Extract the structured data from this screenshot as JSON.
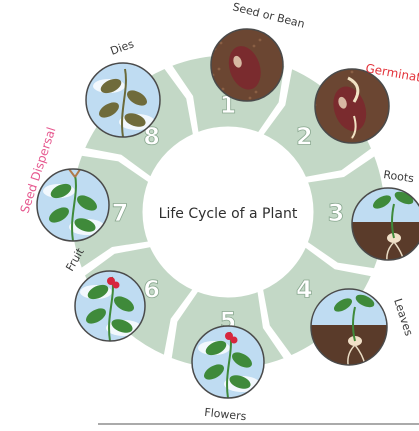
{
  "title": "Life Cycle of a Plant",
  "colors": {
    "segment_fill": "#c3d8c6",
    "segment_stroke": "#ffffff",
    "number_fill": "#ffffff",
    "center_fill": "#ffffff",
    "label_dark": "#3a3a3a",
    "label_red": "#e3343c",
    "label_pink": "#e6588f",
    "sky": "#bfdcf2",
    "soil": "#5a3b2a",
    "leaf": "#3f8a3a"
  },
  "stages": [
    {
      "number": "1",
      "label": "Seed or Bean",
      "label_color": "#3a3a3a",
      "icon": "bean-icon"
    },
    {
      "number": "2",
      "label": "Germination",
      "label_color": "#e3343c",
      "icon": "sprouting-bean-icon"
    },
    {
      "number": "3",
      "label": "Roots",
      "label_color": "#3a3a3a",
      "icon": "roots-icon"
    },
    {
      "number": "4",
      "label": "Leaves",
      "label_color": "#3a3a3a",
      "icon": "seedling-leaves-icon"
    },
    {
      "number": "5",
      "label": "Flowers",
      "label_color": "#3a3a3a",
      "icon": "flowering-plant-icon"
    },
    {
      "number": "6",
      "label": "Fruit",
      "label_color": "#3a3a3a",
      "icon": "fruiting-plant-icon"
    },
    {
      "number": "7",
      "label": "Seed Dispersal",
      "label_color": "#e6588f",
      "icon": "seed-dispersal-plant-icon"
    },
    {
      "number": "8",
      "label": "Dies",
      "label_color": "#3a3a3a",
      "icon": "dying-plant-icon"
    }
  ]
}
